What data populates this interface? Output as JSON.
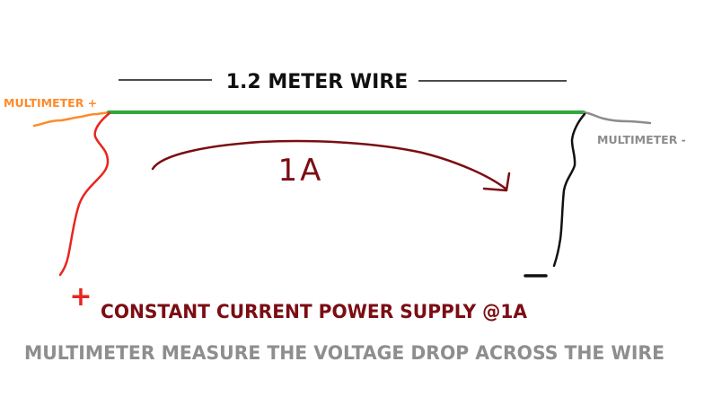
{
  "title": "1.2 METER WIRE",
  "labels": {
    "multimeter_plus": "MULTIMETER +",
    "multimeter_minus": "MULTIMETER -",
    "current": "1A",
    "plus_sign": "+",
    "minus_sign": "–",
    "power_supply": "CONSTANT CURRENT POWER SUPPLY @1A",
    "caption": "MULTIMETER MEASURE THE VOLTAGE DROP ACROSS THE WIRE"
  },
  "colors": {
    "wire": "#2eaa3c",
    "multimeter_plus": "#ff8a2a",
    "multimeter_minus": "#8c8c8c",
    "positive_lead": "#e8251f",
    "negative_lead": "#111111",
    "current_arrow": "#7b0d13",
    "power_supply_text": "#7b0d13",
    "caption_text": "#8e8e8e",
    "title_text": "#111111"
  }
}
